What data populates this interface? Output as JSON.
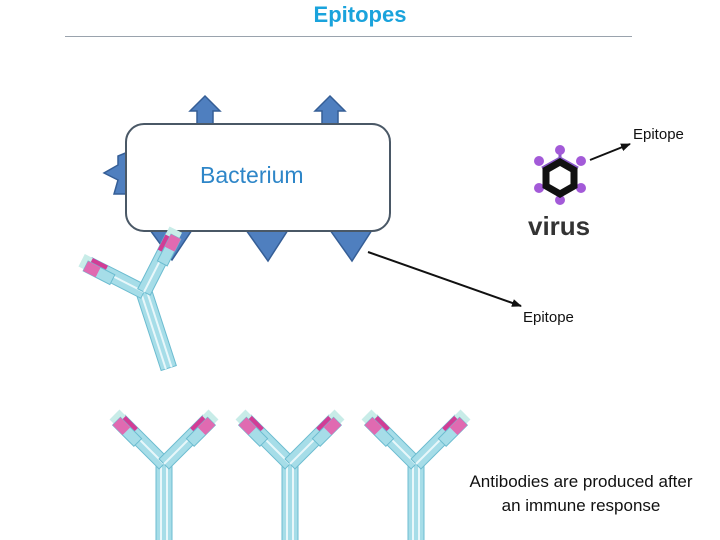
{
  "title": "Epitopes",
  "bacterium": {
    "label": "Bacterium"
  },
  "virus": {
    "label": "virus"
  },
  "labels": {
    "epitope_virus": "Epitope",
    "epitope_bacterium": "Epitope"
  },
  "caption": {
    "line1": "Antibodies are produced after",
    "line2": "an immune response"
  },
  "colors": {
    "title": "#1aa3dc",
    "bacterium_text": "#2e86c8",
    "epitope_blue": "#4f7fbf",
    "antibody_blue": "#9fd8e4",
    "antibody_pink": "#d23c96"
  }
}
